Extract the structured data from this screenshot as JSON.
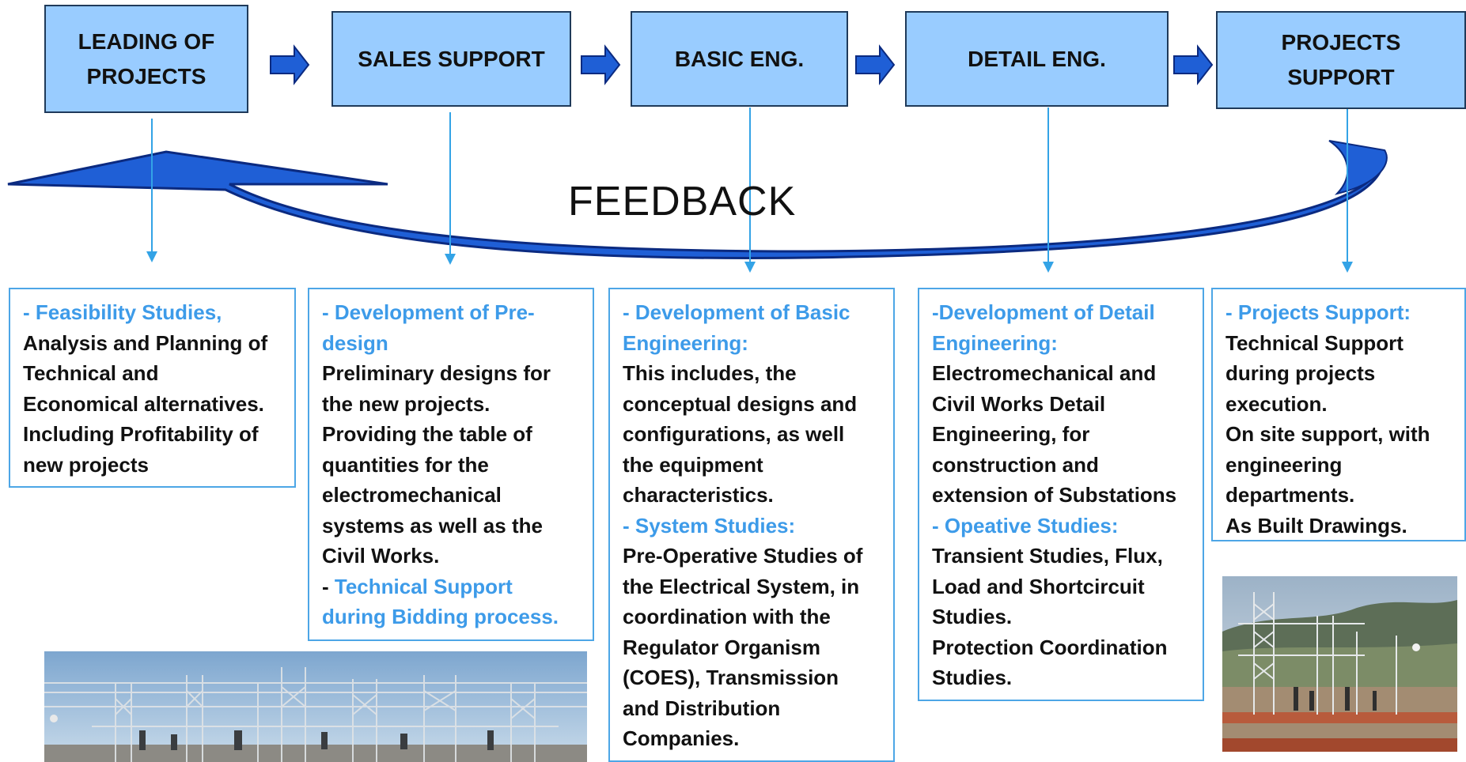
{
  "colors": {
    "box_fill": "#99ccff",
    "box_border": "#1f3a5a",
    "arrow_fill": "#1f5fd6",
    "feedback_fill": "#1f5fd6",
    "connector": "#33a3e6",
    "highlight_text": "#3d9be9",
    "panel_border": "#4da6e6"
  },
  "steps": [
    {
      "lines": [
        "LEADING OF",
        "PROJECTS"
      ]
    },
    {
      "lines": [
        "SALES SUPPORT"
      ]
    },
    {
      "lines": [
        "BASIC ENG."
      ]
    },
    {
      "lines": [
        "DETAIL ENG."
      ]
    },
    {
      "lines": [
        "PROJECTS",
        "SUPPORT"
      ]
    }
  ],
  "feedback_label": "FEEDBACK",
  "panels": [
    {
      "lines": [
        {
          "text": "- Feasibility Studies,",
          "highlight": true
        },
        {
          "text": "Analysis and Planning of",
          "highlight": false
        },
        {
          "text": "Technical and",
          "highlight": false
        },
        {
          "text": "Economical  alternatives.",
          "highlight": false
        },
        {
          "text": "Including  Profitability of",
          "highlight": false
        },
        {
          "text": "new projects",
          "highlight": false
        }
      ]
    },
    {
      "lines": [
        {
          "text": "- Development of Pre-",
          "highlight": true
        },
        {
          "text": "design",
          "highlight": true
        },
        {
          "text": "Preliminary designs for",
          "highlight": false
        },
        {
          "text": "the new projects.",
          "highlight": false
        },
        {
          "text": "Providing the table of",
          "highlight": false
        },
        {
          "text": "quantities for the",
          "highlight": false
        },
        {
          "text": "electromechanical",
          "highlight": false
        },
        {
          "text": "systems as well as the",
          "highlight": false
        },
        {
          "text": "Civil Works.",
          "highlight": false
        },
        {
          "text": "- ",
          "highlight": false,
          "rest": "Technical Support"
        },
        {
          "text": "during Bidding process.",
          "highlight": true
        }
      ]
    },
    {
      "lines": [
        {
          "text": "- Development of Basic",
          "highlight": true
        },
        {
          "text": "Engineering:",
          "highlight": true
        },
        {
          "text": "This includes, the",
          "highlight": false
        },
        {
          "text": "conceptual designs and",
          "highlight": false
        },
        {
          "text": "configurations, as well",
          "highlight": false
        },
        {
          "text": "the  equipment",
          "highlight": false
        },
        {
          "text": "characteristics.",
          "highlight": false
        },
        {
          "text": "- System Studies:",
          "highlight": true
        },
        {
          "text": "Pre-Operative Studies of",
          "highlight": false
        },
        {
          "text": "the Electrical System, in",
          "highlight": false
        },
        {
          "text": "coordination with the",
          "highlight": false
        },
        {
          "text": "Regulator Organism",
          "highlight": false
        },
        {
          "text": "(COES), Transmission",
          "highlight": false
        },
        {
          "text": "and Distribution",
          "highlight": false
        },
        {
          "text": "Companies.",
          "highlight": false
        }
      ]
    },
    {
      "lines": [
        {
          "text": "-Development of Detail",
          "highlight": true
        },
        {
          "text": "Engineering:",
          "highlight": true
        },
        {
          "text": "Electromechanical and",
          "highlight": false
        },
        {
          "text": "Civil Works Detail",
          "highlight": false
        },
        {
          "text": "Engineering, for",
          "highlight": false
        },
        {
          "text": "construction and",
          "highlight": false
        },
        {
          "text": "extension of Substations",
          "highlight": false
        },
        {
          "text": "- Opeative Studies:",
          "highlight": true
        },
        {
          "text": "Transient Studies, Flux,",
          "highlight": false
        },
        {
          "text": "Load and Shortcircuit",
          "highlight": false
        },
        {
          "text": "Studies.",
          "highlight": false
        },
        {
          "text": "Protection Coordination",
          "highlight": false
        },
        {
          "text": "Studies.",
          "highlight": false
        }
      ]
    },
    {
      "lines": [
        {
          "text": "- Projects  Support:",
          "highlight": true
        },
        {
          "text": "Technical Support",
          "highlight": false
        },
        {
          "text": "during projects",
          "highlight": false
        },
        {
          "text": "execution.",
          "highlight": false
        },
        {
          "text": "On site support, with",
          "highlight": false
        },
        {
          "text": "engineering",
          "highlight": false
        },
        {
          "text": "departments.",
          "highlight": false
        },
        {
          "text": "As Built Drawings.",
          "highlight": false
        }
      ]
    }
  ]
}
